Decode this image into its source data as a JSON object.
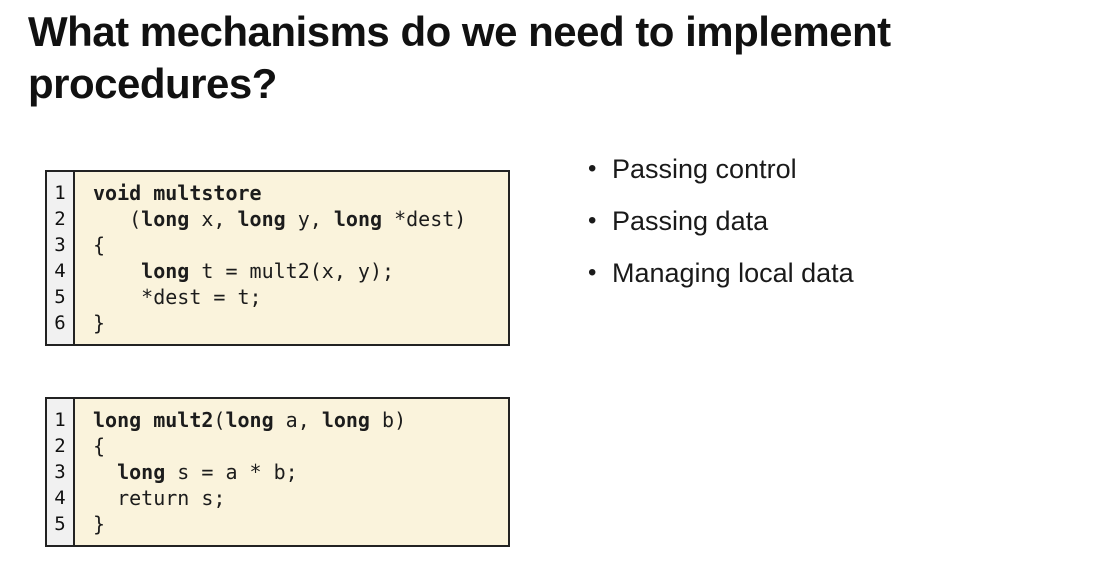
{
  "slide": {
    "title": "What mechanisms do we need to implement procedures?",
    "bullet_char": "•",
    "bullets": [
      "Passing control",
      "Passing data",
      "Managing local data"
    ]
  },
  "code_blocks": [
    {
      "id": "multstore",
      "line_numbers": [
        "1",
        "2",
        "3",
        "4",
        "5",
        "6"
      ],
      "lines": [
        [
          {
            "t": "void multstore",
            "b": 1
          }
        ],
        [
          {
            "t": "   (",
            "b": 0
          },
          {
            "t": "long",
            "b": 1
          },
          {
            "t": " x, ",
            "b": 0
          },
          {
            "t": "long",
            "b": 1
          },
          {
            "t": " y, ",
            "b": 0
          },
          {
            "t": "long",
            "b": 1
          },
          {
            "t": " *dest)",
            "b": 0
          }
        ],
        [
          {
            "t": "{",
            "b": 0
          }
        ],
        [
          {
            "t": "    ",
            "b": 0
          },
          {
            "t": "long",
            "b": 1
          },
          {
            "t": " t = mult2(x, y);",
            "b": 0
          }
        ],
        [
          {
            "t": "    *dest = t;",
            "b": 0
          }
        ],
        [
          {
            "t": "}",
            "b": 0
          }
        ]
      ]
    },
    {
      "id": "mult2",
      "line_numbers": [
        "1",
        "2",
        "3",
        "4",
        "5"
      ],
      "lines": [
        [
          {
            "t": "long mult2",
            "b": 1
          },
          {
            "t": "(",
            "b": 0
          },
          {
            "t": "long",
            "b": 1
          },
          {
            "t": " a, ",
            "b": 0
          },
          {
            "t": "long",
            "b": 1
          },
          {
            "t": " b)",
            "b": 0
          }
        ],
        [
          {
            "t": "{",
            "b": 0
          }
        ],
        [
          {
            "t": "  ",
            "b": 0
          },
          {
            "t": "long",
            "b": 1
          },
          {
            "t": " s = a * b;",
            "b": 0
          }
        ],
        [
          {
            "t": "  return s;",
            "b": 0
          }
        ],
        [
          {
            "t": "}",
            "b": 0
          }
        ]
      ]
    }
  ],
  "colors": {
    "slide_bg": "#ffffff",
    "code_bg": "#faf3dc",
    "gutter_bg": "#f1f1f1",
    "border": "#222222",
    "text": "#1a1a1a"
  }
}
